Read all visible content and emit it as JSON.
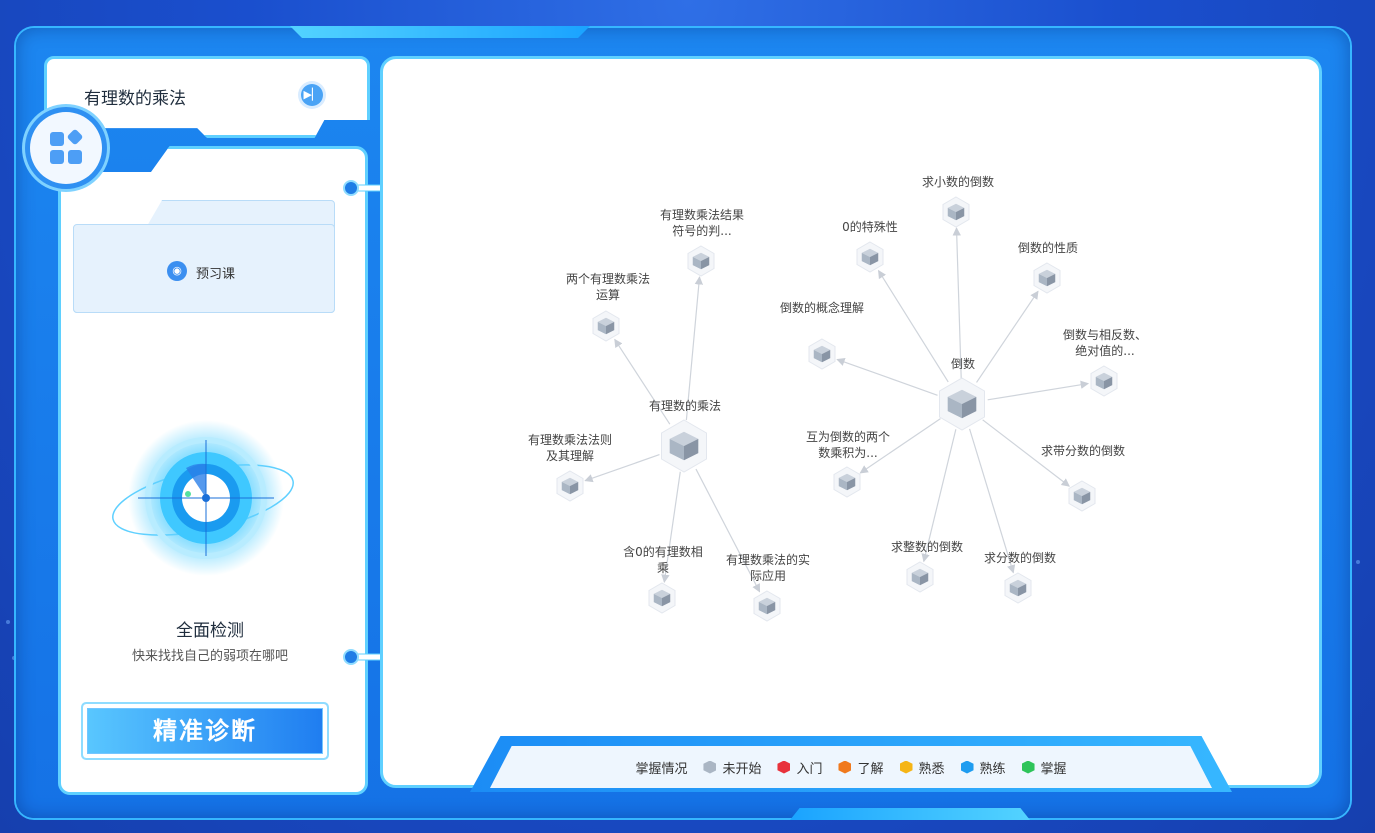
{
  "lesson": {
    "title": "有理数的乘法"
  },
  "preview": {
    "label": "预习课"
  },
  "scan": {
    "title": "全面检测",
    "subtitle": "快来找找自己的弱项在哪吧"
  },
  "diagnose_button": "精准诊断",
  "map": {
    "hub1": "有理数的乘法",
    "hub1_nodes": [
      "有理数乘法结果符号的判...",
      "两个有理数乘法运算",
      "有理数乘法法则及其理解",
      "含0的有理数相乘",
      "有理数乘法的实际应用"
    ],
    "hub2": "倒数",
    "hub2_nodes": [
      "求小数的倒数",
      "0的特殊性",
      "倒数的性质",
      "倒数的概念理解",
      "倒数与相反数、绝对值的...",
      "互为倒数的两个数乘积为...",
      "求带分数的倒数",
      "求整数的倒数",
      "求分数的倒数"
    ]
  },
  "legend": {
    "title": "掌握情况",
    "items": [
      {
        "label": "未开始",
        "color": "#aab6c4"
      },
      {
        "label": "入门",
        "color": "#e8323c"
      },
      {
        "label": "了解",
        "color": "#f07a1e"
      },
      {
        "label": "熟悉",
        "color": "#f5b516"
      },
      {
        "label": "熟练",
        "color": "#1e9cf0"
      },
      {
        "label": "掌握",
        "color": "#2ec45a"
      }
    ]
  }
}
